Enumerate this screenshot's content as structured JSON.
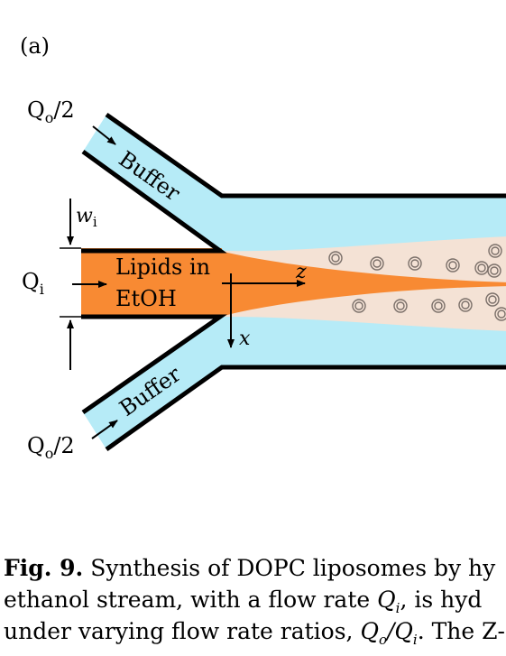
{
  "figure": {
    "panel_label": "(a)",
    "q_outer_top": {
      "symbol": "Q",
      "sub": "o",
      "suffix": "/2"
    },
    "q_outer_bottom": {
      "symbol": "Q",
      "sub": "o",
      "suffix": "/2"
    },
    "q_inner": {
      "symbol": "Q",
      "sub": "i"
    },
    "w_inner": {
      "symbol": "w",
      "sub": "i"
    },
    "buffer_top": "Buffer",
    "buffer_bottom": "Buffer",
    "inlet_line1": "Lipids in",
    "inlet_line2": "EtOH",
    "axis_z": "z",
    "axis_x": "x",
    "colors": {
      "buffer": "#b6ebf7",
      "ethanol_stream": "#f88a33",
      "mixing_zone": "#f4e2d5",
      "wall": "#000000"
    }
  },
  "caption": {
    "label": "Fig. 9.",
    "line1": "Synthesis of DOPC liposomes by hy",
    "line2_a": "ethanol stream, with a flow rate ",
    "line2_q": "Q",
    "line2_q_sub": "i",
    "line2_b": ", is hyd",
    "line3_a": "under varying flow rate ratios, ",
    "line3_q1": "Q",
    "line3_q1_sub": "o",
    "line3_sep": "/",
    "line3_q2": "Q",
    "line3_q2_sub": "i",
    "line3_b": ". The Z-"
  }
}
